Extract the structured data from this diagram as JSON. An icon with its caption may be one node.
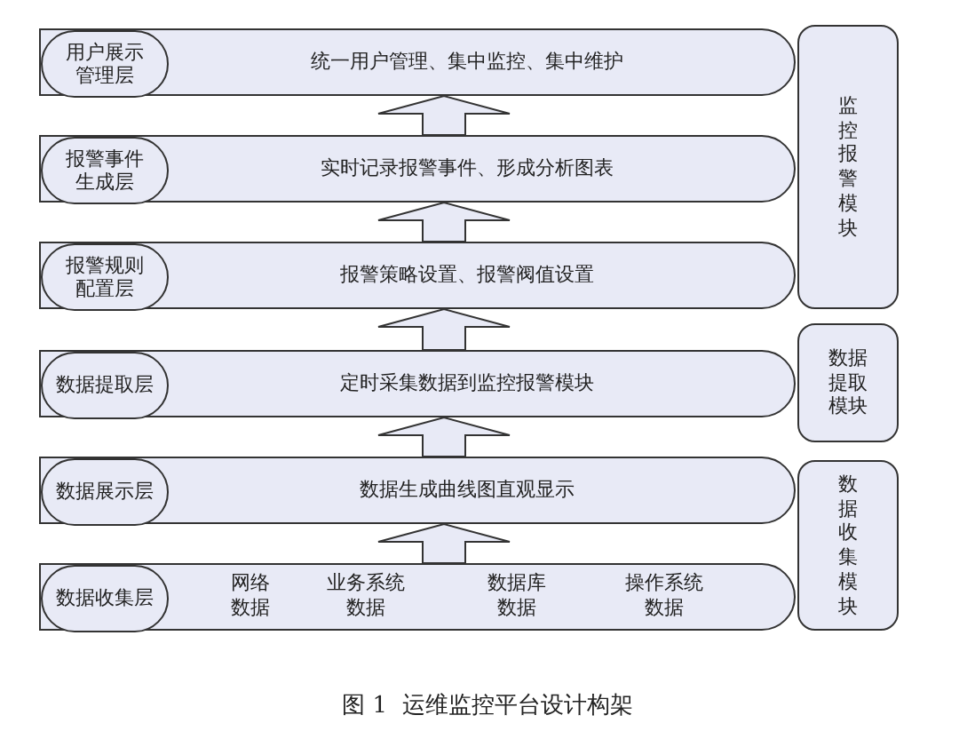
{
  "diagram": {
    "caption": "图 1  运维监控平台设计构架",
    "nodes": [
      {
        "text": [
          "统一用户管理、集中监控、集中维护"
        ]
      },
      {
        "text": [
          "用户展示管理层"
        ],
        "in": 0
      },
      {
        "text": [
          "实时记录报警事件、形成分析图表"
        ]
      },
      {
        "text": [
          "报警事件生成层"
        ],
        "in": 2
      },
      {
        "text": [
          "报警策略设置、报警阀值设置"
        ]
      },
      {
        "text": [
          "报警规则配置层"
        ],
        "in": 4
      },
      {
        "text": [
          "定时采集数据到监控报警模块"
        ]
      },
      {
        "text": [
          "数据提取层"
        ],
        "in": 6
      },
      {
        "text": [
          "数据生成曲线图直观显示"
        ]
      },
      {
        "text": [
          "数据展示层"
        ],
        "in": 8
      },
      {
        "text": [
          "网络数据",
          "业务系统数据",
          "数据库数据",
          "操作系统数据"
        ]
      },
      {
        "text": [
          "数据收集层"
        ],
        "in": 10
      },
      {
        "text": [
          "监控报警模块"
        ]
      },
      {
        "text": [
          "数据提取模块"
        ]
      },
      {
        "text": [
          "数据收集模块"
        ]
      }
    ],
    "edges": [
      {
        "from": 10,
        "to": 8,
        "arrow": "to"
      },
      {
        "from": 8,
        "to": 6,
        "arrow": "to"
      },
      {
        "from": 6,
        "to": 4,
        "arrow": "to"
      },
      {
        "from": 4,
        "to": 2,
        "arrow": "to"
      },
      {
        "from": 2,
        "to": 0,
        "arrow": "to"
      }
    ]
  }
}
